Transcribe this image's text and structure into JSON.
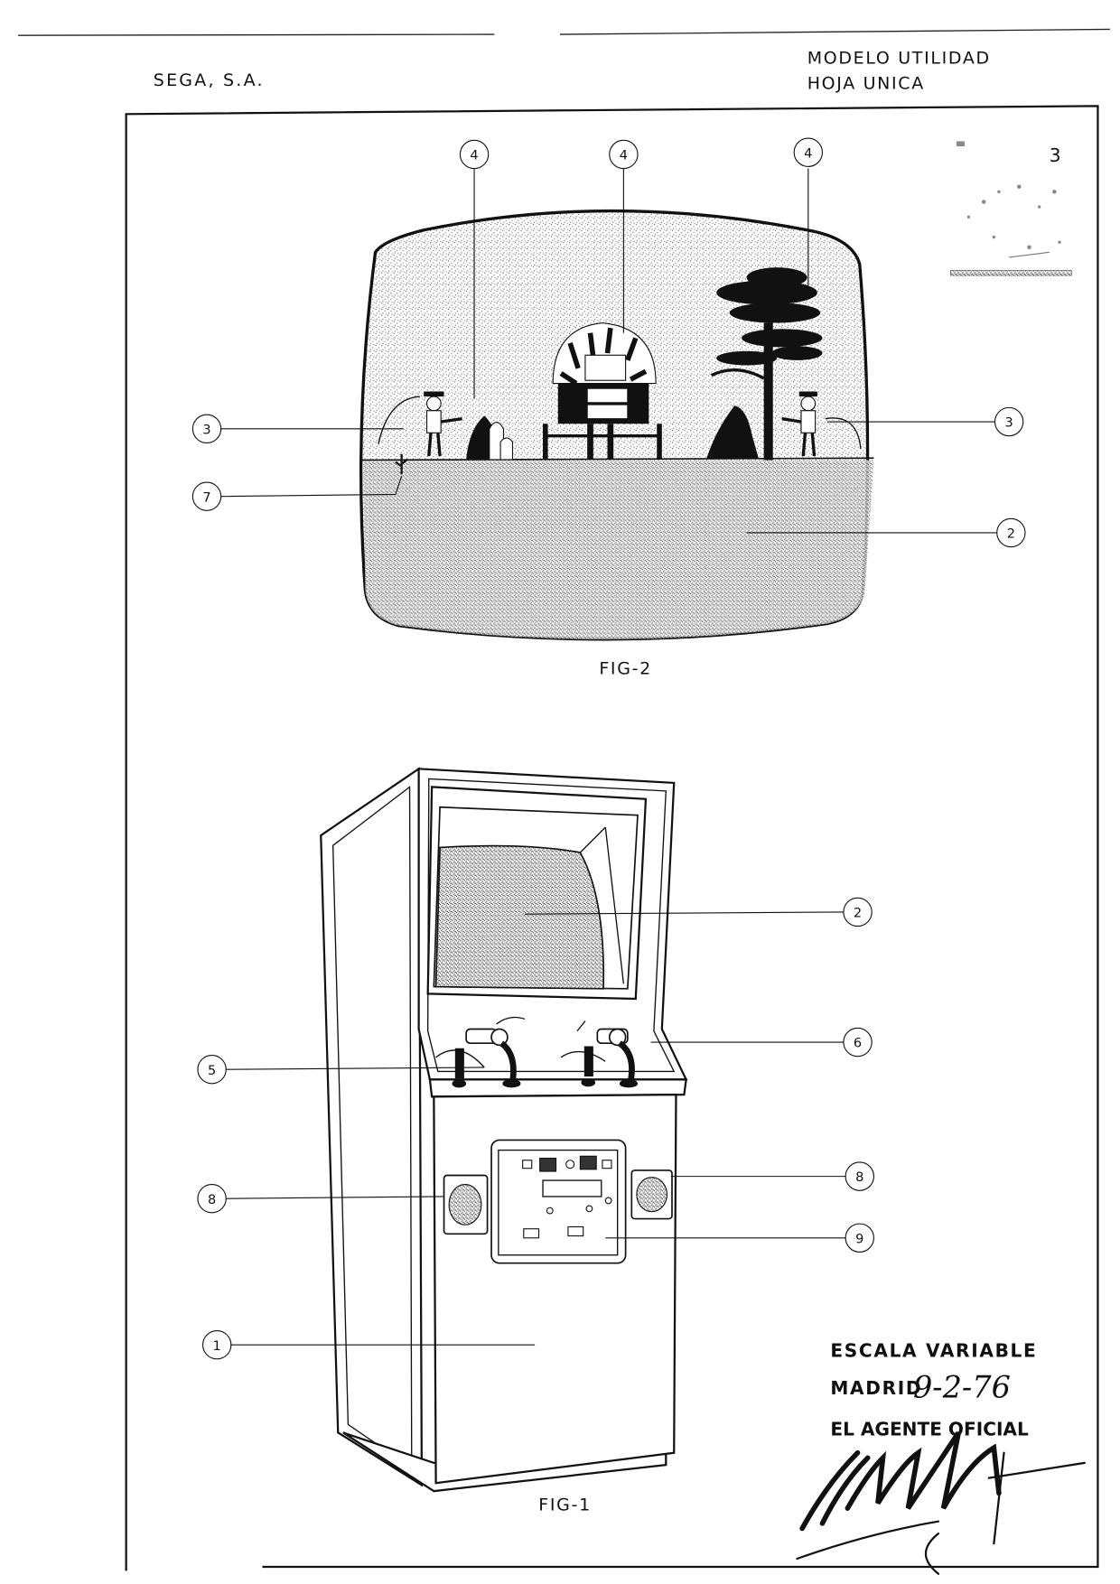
{
  "header": {
    "company": "SEGA, S.A.",
    "model_type": "MODELO UTILIDAD",
    "sheet": "HOJA UNICA"
  },
  "stamp": {
    "number": "3"
  },
  "fig2": {
    "caption": "FIG-2",
    "callouts": [
      "4",
      "4",
      "4",
      "3",
      "3",
      "7",
      "2"
    ]
  },
  "fig1": {
    "caption": "FIG-1",
    "callouts": [
      "2",
      "6",
      "5",
      "8",
      "8",
      "9",
      "1"
    ]
  },
  "footer": {
    "scale": "ESCALA VARIABLE",
    "place": "MADRID",
    "date": "9-2-76",
    "agent": "EL AGENTE OFICIAL"
  },
  "colors": {
    "ink": "#111111",
    "paper": "#ffffff"
  }
}
